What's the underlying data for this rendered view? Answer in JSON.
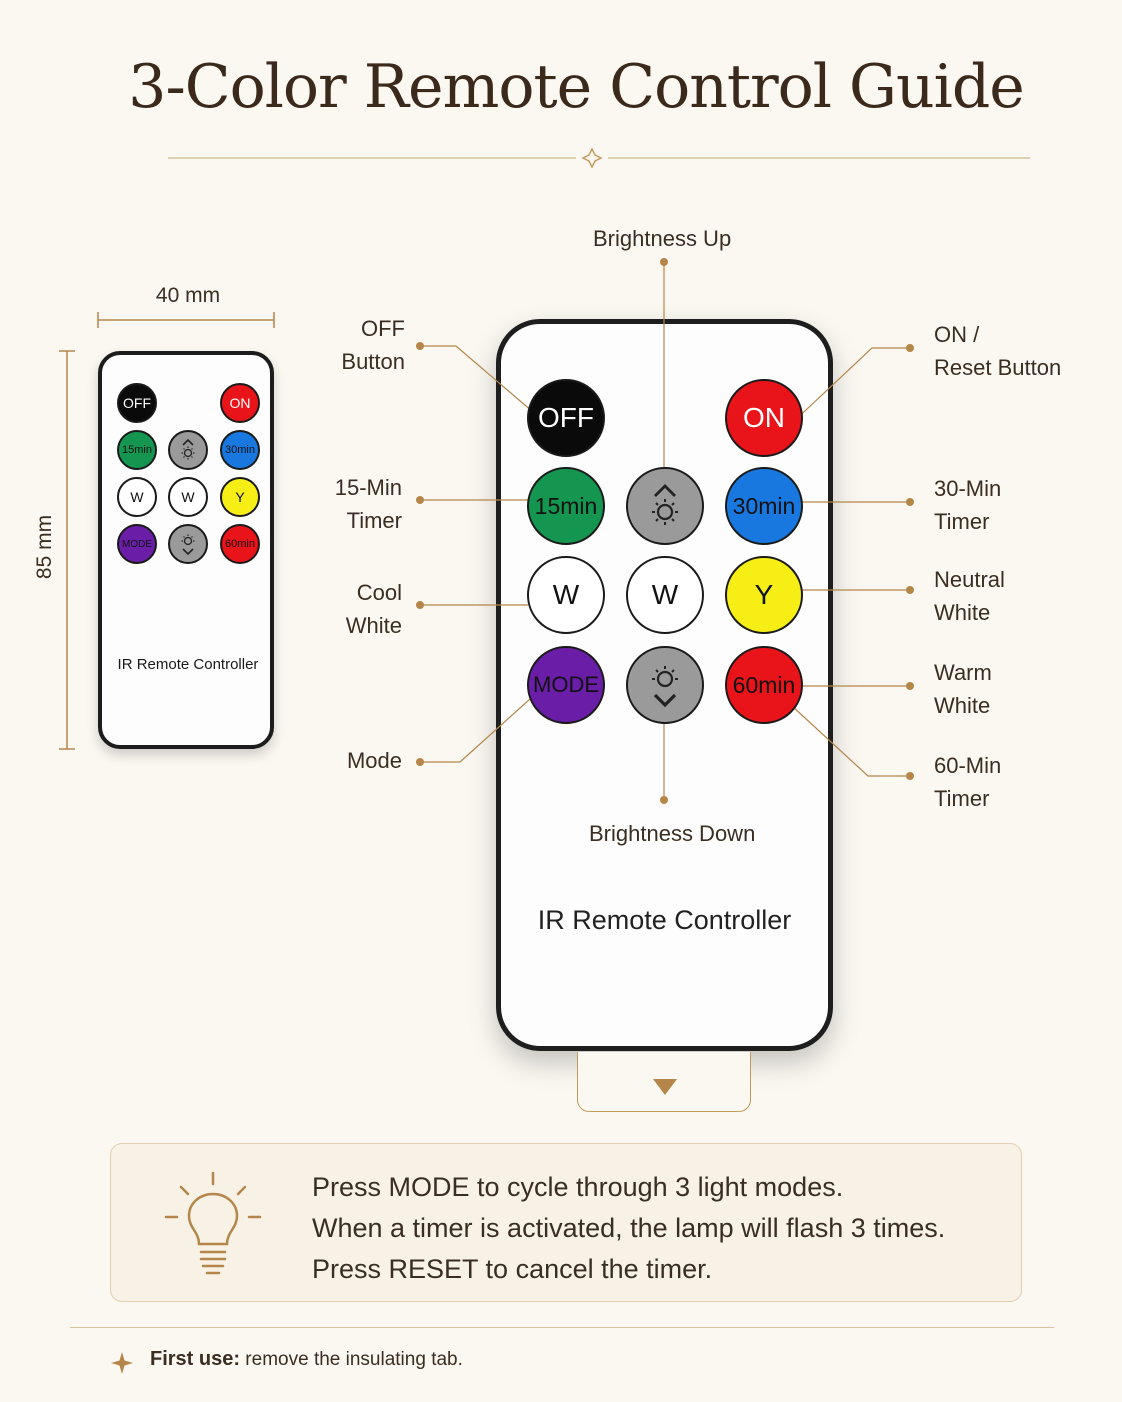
{
  "title": "3-Color Remote Control Guide",
  "dimensions": {
    "width": "40 mm",
    "height": "85 mm"
  },
  "remote": {
    "caption": "IR Remote Controller",
    "buttons": {
      "off": {
        "label": "OFF",
        "color": "#0a0a0a",
        "text_color": "#ffffff"
      },
      "on": {
        "label": "ON",
        "color": "#e8141a",
        "text_color": "#ffffff"
      },
      "timer15": {
        "label": "15min",
        "color": "#149650"
      },
      "timer30": {
        "label": "30min",
        "color": "#1878e0"
      },
      "timer60": {
        "label": "60min",
        "color": "#e8141a"
      },
      "cool_white": {
        "label": "W",
        "color": "#ffffff"
      },
      "white": {
        "label": "W",
        "color": "#ffffff"
      },
      "neutral": {
        "label": "Y",
        "color": "#f6ee14"
      },
      "mode": {
        "label": "MODE",
        "color": "#6a1ea8"
      },
      "bright_up": {
        "icon": "brightness-up-icon",
        "color": "#9a9a9a"
      },
      "bright_down": {
        "icon": "brightness-down-icon",
        "color": "#9a9a9a"
      }
    }
  },
  "callouts": {
    "brightness_up": "Brightness Up",
    "brightness_down": "Brightness Down",
    "off": "OFF\nButton",
    "on": "ON /\nReset Button",
    "timer15": "15-Min\nTimer",
    "timer30": "30-Min\nTimer",
    "cool_white": "Cool\nWhite",
    "neutral_white": "Neutral\nWhite",
    "warm_white": "Warm\nWhite",
    "mode": "Mode",
    "timer60": "60-Min\nTimer"
  },
  "info": {
    "lines": [
      "Press MODE to cycle through 3 light modes.",
      "When a timer is activated, the lamp will flash 3 times.",
      "Press RESET to cancel the timer."
    ]
  },
  "footer": {
    "label": "First use:",
    "text": " remove the insulating tab."
  },
  "accent_color": "#b5864a"
}
